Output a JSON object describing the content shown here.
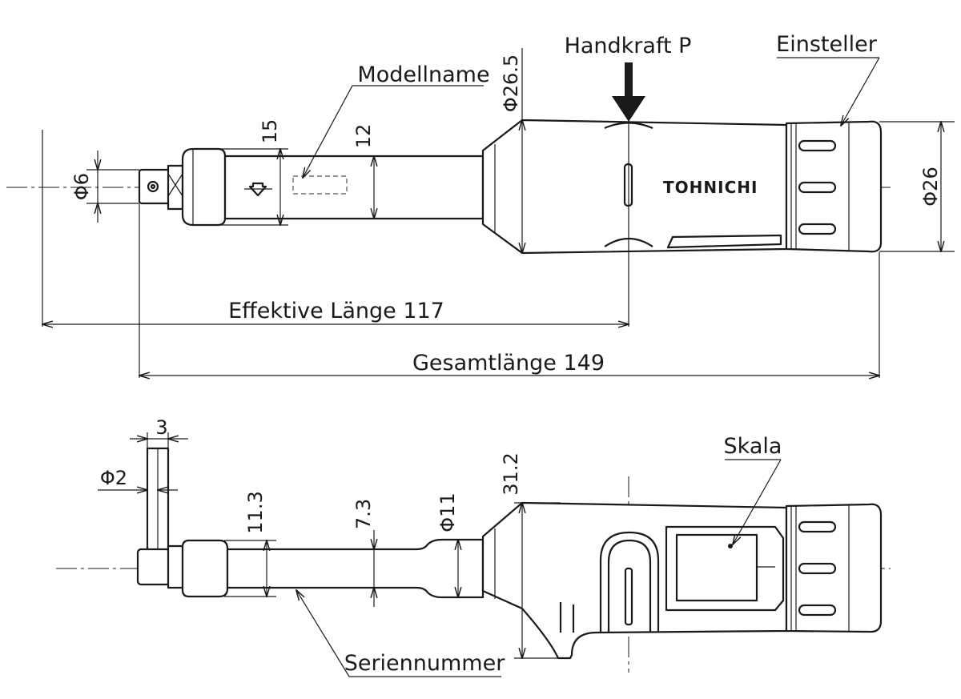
{
  "labels": {
    "hand_force": "Handkraft P",
    "adjuster": "Einsteller",
    "model_name": "Modellname",
    "effective_length": "Effektive Länge 117",
    "total_length": "Gesamtlänge 149",
    "scale": "Skala",
    "serial_number": "Seriennummer",
    "brand": "TOHNICHI"
  },
  "top_view": {
    "dia_body": "Φ26.5",
    "dia_adjuster": "Φ26",
    "dia_square": "Φ6",
    "height_15": "15",
    "height_12": "12"
  },
  "side_view": {
    "width_3": "3",
    "dia_pin": "Φ2",
    "height_11_3": "11.3",
    "height_7_3": "7.3",
    "dia_11": "Φ11",
    "height_31_2": "31.2"
  }
}
